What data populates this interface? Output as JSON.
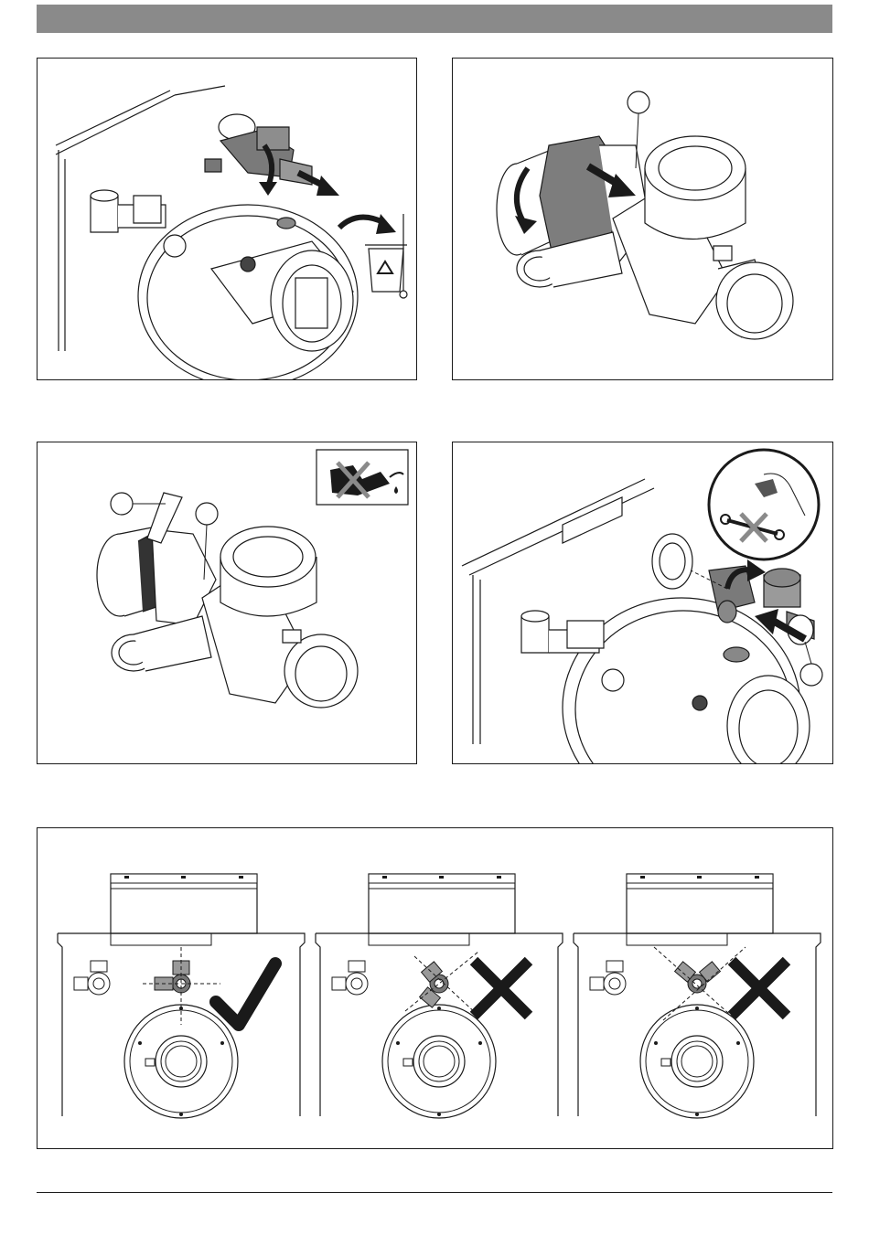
{
  "header": {
    "bar_color": "#8a8a8a"
  },
  "figures": [
    {
      "id": "fig-1",
      "description_icons": [
        "arrow-icon",
        "recycle-bin-icon"
      ]
    },
    {
      "id": "fig-2",
      "callouts": [
        ""
      ]
    },
    {
      "id": "fig-3",
      "callouts": [
        "",
        ""
      ],
      "icons": [
        "no-oil-icon"
      ]
    },
    {
      "id": "fig-4",
      "callouts": [
        ""
      ],
      "icons": [
        "no-wrench-icon"
      ]
    },
    {
      "id": "fig-5",
      "variants": [
        {
          "status": "correct",
          "icon": "checkmark-icon"
        },
        {
          "status": "wrong",
          "icon": "cross-icon"
        },
        {
          "status": "wrong",
          "icon": "cross-icon"
        }
      ]
    }
  ],
  "colors": {
    "line": "#1a1a1a",
    "part_dark": "#777777",
    "part_mid": "#9a9a9a",
    "cross": "#8a8a8a"
  }
}
